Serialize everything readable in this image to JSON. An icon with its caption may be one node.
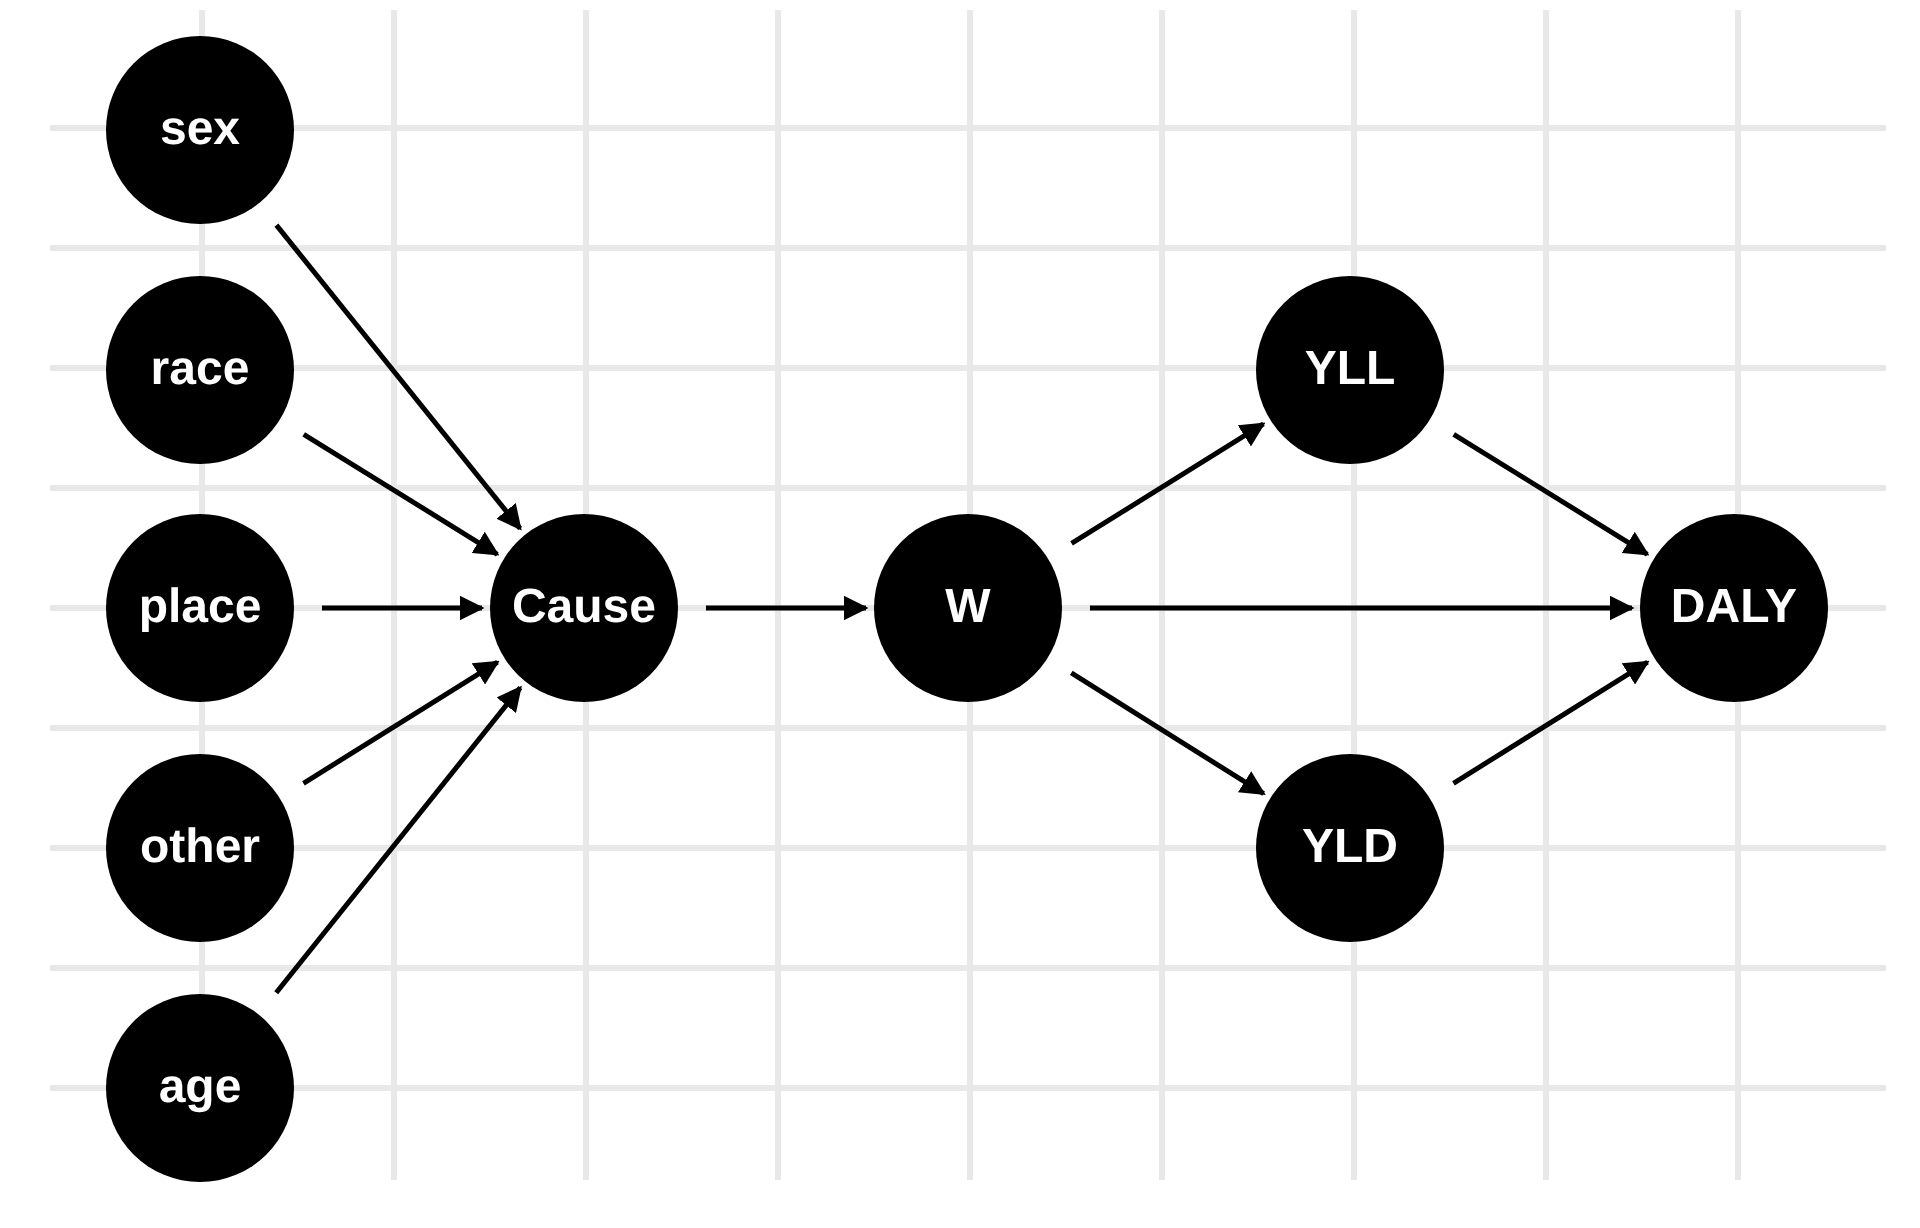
{
  "diagram": {
    "nodes": [
      {
        "text": [
          "sex"
        ]
      },
      {
        "text": [
          "race"
        ]
      },
      {
        "text": [
          "place"
        ]
      },
      {
        "text": [
          "other"
        ]
      },
      {
        "text": [
          "age"
        ]
      },
      {
        "text": [
          "Cause"
        ]
      },
      {
        "text": [
          "W"
        ]
      },
      {
        "text": [
          "YLL"
        ]
      },
      {
        "text": [
          "YLD"
        ]
      },
      {
        "text": [
          "DALY"
        ]
      }
    ],
    "edges": [
      {
        "from": 0,
        "to": 5,
        "arrow": "to"
      },
      {
        "from": 1,
        "to": 5,
        "arrow": "to"
      },
      {
        "from": 2,
        "to": 5,
        "arrow": "to"
      },
      {
        "from": 3,
        "to": 5,
        "arrow": "to"
      },
      {
        "from": 4,
        "to": 5,
        "arrow": "to"
      },
      {
        "from": 5,
        "to": 6,
        "arrow": "to"
      },
      {
        "from": 6,
        "to": 7,
        "arrow": "to"
      },
      {
        "from": 6,
        "to": 9,
        "arrow": "to"
      },
      {
        "from": 6,
        "to": 8,
        "arrow": "to"
      },
      {
        "from": 7,
        "to": 9,
        "arrow": "to"
      },
      {
        "from": 8,
        "to": 9,
        "arrow": "to"
      }
    ]
  }
}
